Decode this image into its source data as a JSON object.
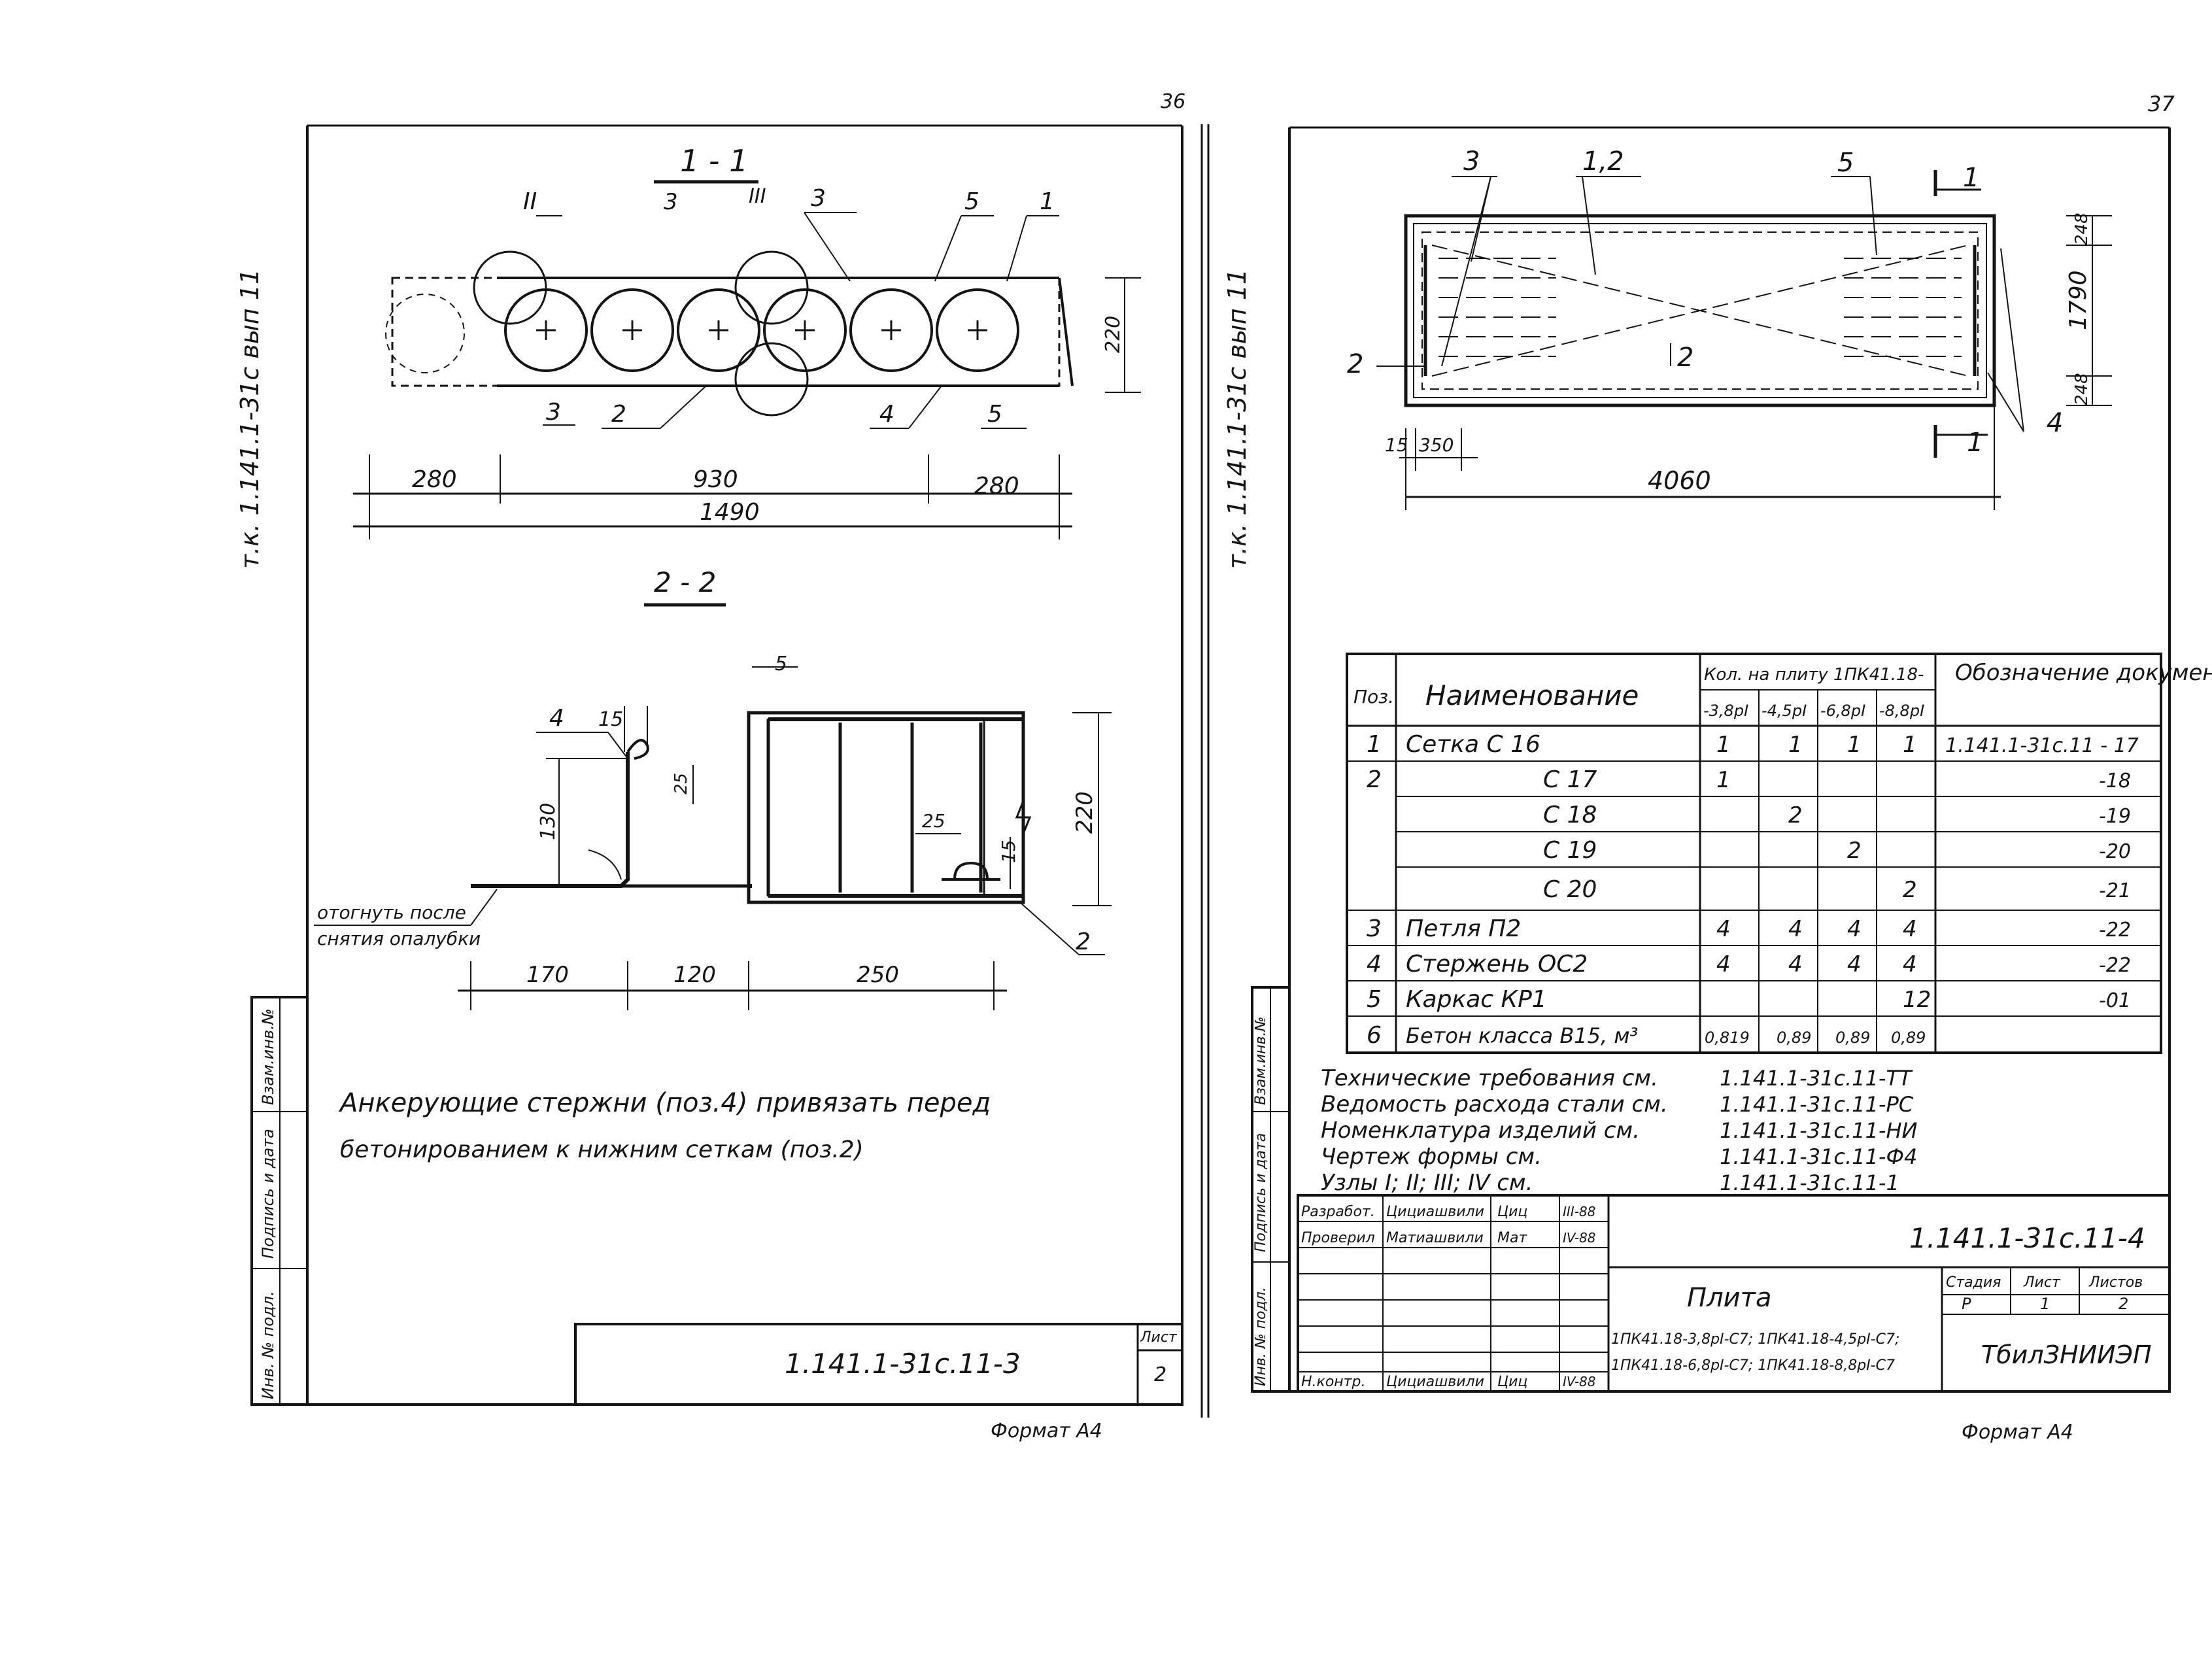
{
  "left_sheet": {
    "page_number": "36",
    "side_label": "т.к. 1.141.1-31с вып 11",
    "section_1_1": "1 - 1",
    "section_2_2": "2 - 2",
    "callouts_1_1": [
      "II",
      "3",
      "III",
      "3",
      "5",
      "1",
      "3",
      "2",
      "4",
      "5"
    ],
    "dims_1_1": [
      "280",
      "930",
      "280",
      "1490",
      "220"
    ],
    "callouts_2_2": [
      "4",
      "15",
      "5",
      "2"
    ],
    "dims_2_2": [
      "130",
      "25",
      "25",
      "15",
      "220",
      "170",
      "120",
      "250"
    ],
    "note_bend": [
      "отогнуть после",
      "снятия опалубки"
    ],
    "note_text": [
      "Анкерующие   стержни   (поз.4)   привязать   перед",
      "бетонированием     к нижним сеткам    (поз.2)"
    ],
    "stamp_code": "1.141.1-31с.11-3",
    "stamp_sheet_label": "Лист",
    "stamp_sheet_no": "2",
    "format": "Формат А4"
  },
  "side_stamp": [
    "Инв. № подл.",
    "Подпись и дата",
    "Взам.инв.№"
  ],
  "right_sheet": {
    "page_number": "37",
    "side_label": "т.к. 1.141.1-31с вып 11",
    "callouts": [
      "3",
      "1,2",
      "5",
      "1",
      "2",
      "2",
      "4",
      "1"
    ],
    "dims": [
      "248",
      "1790",
      "248",
      "15",
      "350",
      "4060"
    ],
    "table": {
      "head_pos": "Поз.",
      "head_name": "Наименование",
      "head_qty": "Кол. на плиту 1ПК41.18-",
      "head_doc": "Обозначение документа",
      "sub_heads": [
        "-3,8рI",
        "-4,5рI",
        "-6,8рI",
        "-8,8рI"
      ],
      "rows": [
        {
          "pos": "1",
          "name": "Сетка     С 16",
          "q": [
            "1",
            "1",
            "1",
            "1"
          ],
          "doc": "1.141.1-31с.11 - 17"
        },
        {
          "pos": "2",
          "name": "С 17",
          "q": [
            "1",
            "",
            "",
            ""
          ],
          "doc": "-18"
        },
        {
          "pos": "",
          "name": "С 18",
          "q": [
            "",
            "2",
            "",
            ""
          ],
          "doc": "-19"
        },
        {
          "pos": "",
          "name": "С 19",
          "q": [
            "",
            "",
            "2",
            ""
          ],
          "doc": "-20"
        },
        {
          "pos": "",
          "name": "С 20",
          "q": [
            "",
            "",
            "",
            "2"
          ],
          "doc": "-21"
        },
        {
          "pos": "3",
          "name": "Петля  П2",
          "q": [
            "4",
            "4",
            "4",
            "4"
          ],
          "doc": "-22"
        },
        {
          "pos": "4",
          "name": "Стержень  ОС2",
          "q": [
            "4",
            "4",
            "4",
            "4"
          ],
          "doc": "-22"
        },
        {
          "pos": "5",
          "name": "Каркас  КР1",
          "q": [
            "",
            "",
            "",
            "12"
          ],
          "doc": "-01"
        },
        {
          "pos": "6",
          "name": "Бетон класса В15, м³",
          "q": [
            "0,819",
            "0,89",
            "0,89",
            "0,89"
          ],
          "doc": ""
        }
      ]
    },
    "refs": [
      {
        "label": "Технические  требования   см.",
        "val": "1.141.1-31с.11-ТТ"
      },
      {
        "label": "Ведомость расхода стали   см.",
        "val": "1.141.1-31с.11-РС"
      },
      {
        "label": "Номенклатура  изделий  см.",
        "val": "1.141.1-31с.11-НИ"
      },
      {
        "label": "Чертеж  формы  см.",
        "val": "1.141.1-31с.11-Ф4"
      },
      {
        "label": "Узлы  I; II; III; IV   см.",
        "val": "1.141.1-31с.11-1"
      }
    ],
    "stamp": {
      "code": "1.141.1-31с.11-4",
      "title": "Плита",
      "subtitle_1": "1ПК41.18-3,8рI-С7; 1ПК41.18-4,5рI-С7;",
      "subtitle_2": "1ПК41.18-6,8рI-С7; 1ПК41.18-8,8рI-С7",
      "stage_label": "Стадия",
      "sheet_label": "Лист",
      "sheets_label": "Листов",
      "stage": "Р",
      "sheet": "1",
      "sheets": "2",
      "org": "ТбилЗНИИЭП",
      "people": [
        {
          "role": "Разработ.",
          "name": "Цициашвили",
          "sign": "Циц",
          "date": "III-88"
        },
        {
          "role": "Проверил",
          "name": "Матиашвили",
          "sign": "Мат",
          "date": "IV-88"
        },
        {
          "role": "Н.контр.",
          "name": "Цициашвили",
          "sign": "Циц",
          "date": "IV-88"
        }
      ]
    },
    "format": "Формат А4"
  }
}
